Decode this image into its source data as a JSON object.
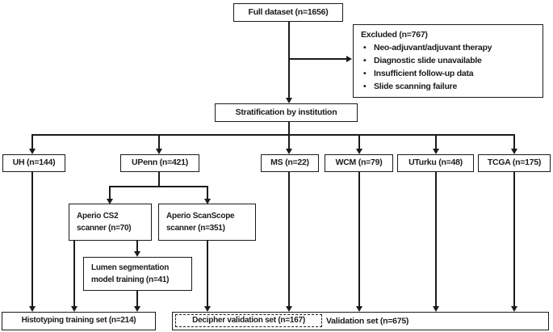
{
  "figure_type": "cohort-flowchart",
  "colors": {
    "line": "#1b1b1b",
    "box_background": "#ffffff",
    "text": "#1b1b1b"
  },
  "nodes": {
    "full_dataset": "Full dataset (n=1656)",
    "excluded": {
      "title": "Excluded (n=767)",
      "bullets": [
        "Neo-adjuvant/adjuvant therapy",
        "Diagnostic slide unavailable",
        "Insufficient follow-up data",
        "Slide scanning failure"
      ]
    },
    "stratification": "Stratification by institution",
    "uh": "UH (n=144)",
    "upenn": "UPenn (n=421)",
    "ms": "MS (n=22)",
    "wcm": "WCM (n=79)",
    "uturku": "UTurku (n=48)",
    "tcga": "TCGA (n=175)",
    "aperio_cs2": "Aperio CS2 scanner (n=70)",
    "aperio_scanscope": "Aperio ScanScope scanner (n=351)",
    "lumen_segmentation": "Lumen segmentation model training (n=41)",
    "histotyping_training": "Histotyping training set (n=214)",
    "decipher_validation": "Decipher validation set (n=167)",
    "validation": "Validation set (n=675)"
  }
}
